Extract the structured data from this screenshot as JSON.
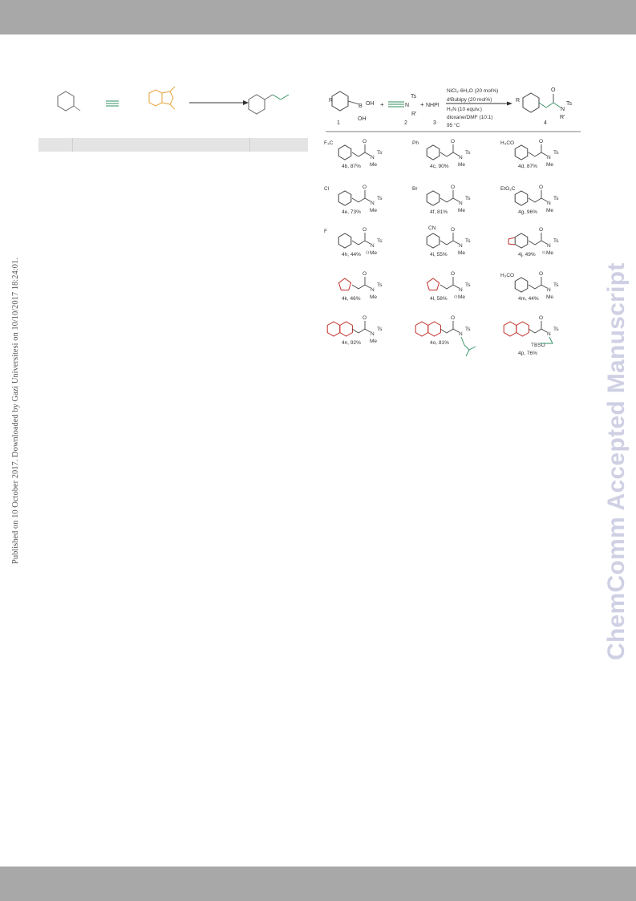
{
  "side_note": "Published on 10 October 2017. Downloaded by Gazi Universitesi on 10/10/2017 18:24:01.",
  "watermark": "ChemComm Accepted Manuscript",
  "scheme": {
    "reagents": {
      "r_label": "R",
      "oh1": "OH",
      "b_label": "B",
      "oh2": "OH",
      "plus1": "+",
      "ts": "Ts",
      "n_label": "N",
      "r_prime": "R'",
      "plus2": "+",
      "nhpi": "NHPI",
      "num1": "1",
      "num2": "2",
      "num3": "3",
      "num4": "4"
    },
    "conditions": [
      "NiCl₂·6H₂O (20 mol%)",
      "dᵗBubipy (20 mol%)",
      "H₂N (10 equiv.)",
      "dioxane/DMF (10:1)",
      "95 °C"
    ],
    "products": [
      {
        "sub": "F₃C",
        "label": "4b, 87%"
      },
      {
        "sub": "Ph",
        "label": "4c, 90%"
      },
      {
        "sub": "H₃CO",
        "label": "4d, 87%"
      },
      {
        "sub": "Cl",
        "label": "4e, 73%"
      },
      {
        "sub": "Br",
        "label": "4f, 81%"
      },
      {
        "sub": "EtO₂C",
        "label": "4g, 96%"
      },
      {
        "sub": "F",
        "label": "4h, 44%",
        "sup": "c)"
      },
      {
        "sub": "CN",
        "label": "4i, 55%"
      },
      {
        "sub": "",
        "label": "4j, 49%",
        "sup": "c)"
      },
      {
        "sub": "",
        "label": "4k, 46%"
      },
      {
        "sub": "",
        "label": "4l, 58%",
        "sup": "c)"
      },
      {
        "sub": "H₃CO",
        "label": "4m, 44%"
      },
      {
        "sub": "",
        "label": "4n, 92%"
      },
      {
        "sub": "",
        "label": "4o, 81%"
      },
      {
        "sub": "TBSO",
        "label": "4p, 76%"
      }
    ]
  },
  "fragments": {
    "ts": "Ts",
    "n": "N",
    "me": "Me",
    "o": "O"
  },
  "colors": {
    "watermark": "#cfd0e4",
    "bar": "#a8a8a8",
    "red": "#c0302a",
    "green": "#2f8f5f",
    "orange": "#e8a33a"
  }
}
